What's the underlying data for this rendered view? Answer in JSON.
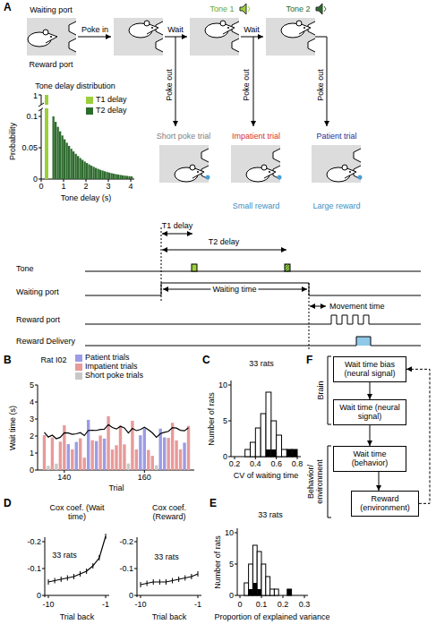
{
  "diagram": {
    "nodes": [
      {
        "text": [
          "Wait time bias (neural signal)"
        ]
      },
      {
        "text": [
          "Wait time (neural signal)"
        ]
      },
      {
        "text": [
          "Wait time (behavior)"
        ]
      },
      {
        "text": [
          "Reward (environment)"
        ]
      }
    ],
    "edges": [
      {
        "from": 0,
        "to": 1,
        "arrow": "to"
      },
      {
        "from": 1,
        "to": 2,
        "arrow": "to"
      },
      {
        "from": 2,
        "to": 3,
        "arrow": "to"
      },
      {
        "from": 3,
        "to": 0,
        "arrow": "to"
      }
    ],
    "labels": [
      "A",
      "Waiting port",
      "Reward port",
      "Poke in",
      "Wait",
      "Tone 1",
      "Wait",
      "Tone 2",
      "Poke out",
      "Poke out",
      "Poke out",
      "Short poke trial",
      "Impatient trial",
      "Patient trial",
      "Small reward",
      "Large reward",
      "Tone delay distribution",
      "Probability",
      "1",
      "0.1",
      "0.05",
      "0",
      "0",
      "1",
      "2",
      "3",
      "4",
      "Tone delay (s)",
      "T1 delay",
      "T2 delay",
      "Tone",
      "Waiting port",
      "Waiting time",
      "Movement time",
      "Reward port",
      "Reward Delivery",
      "B",
      "Rat I02",
      "Wait time (s)",
      "5",
      "4",
      "3",
      "2",
      "1",
      "0",
      "140",
      "160",
      "Trial",
      "C",
      "33 rats",
      "Number of rats",
      "10",
      "5",
      "0",
      "0.2",
      "0.4",
      "0.6",
      "0.8",
      "CV of waiting time",
      "F",
      "Brain",
      "Behavior/ environment",
      "D",
      "Cox coef. (Wait time)",
      "Cox coef. (Reward)",
      "-0.2",
      "-0.1",
      "0",
      "-0.2",
      "-0.1",
      "0",
      "33 rats",
      "33 rats",
      "-10",
      "-1",
      "Trial back",
      "-10",
      "-1",
      "Trial back",
      "E",
      "33 rats",
      "Number of rats",
      "10",
      "5",
      "0",
      "0",
      "0.1",
      "0.2",
      "0.3",
      "Proportion of explained variance"
    ],
    "legend": [
      {
        "text": "T1 delay",
        "color": "#9bcf3c"
      },
      {
        "text": "T2 delay",
        "color": "#2e6b2e"
      },
      {
        "text": "Patient trials",
        "color": "#9c9ce6"
      },
      {
        "text": "Impatient trials",
        "color": "#e89a9a"
      },
      {
        "text": "Short poke trials",
        "color": "#c8c8c8"
      }
    ]
  }
}
